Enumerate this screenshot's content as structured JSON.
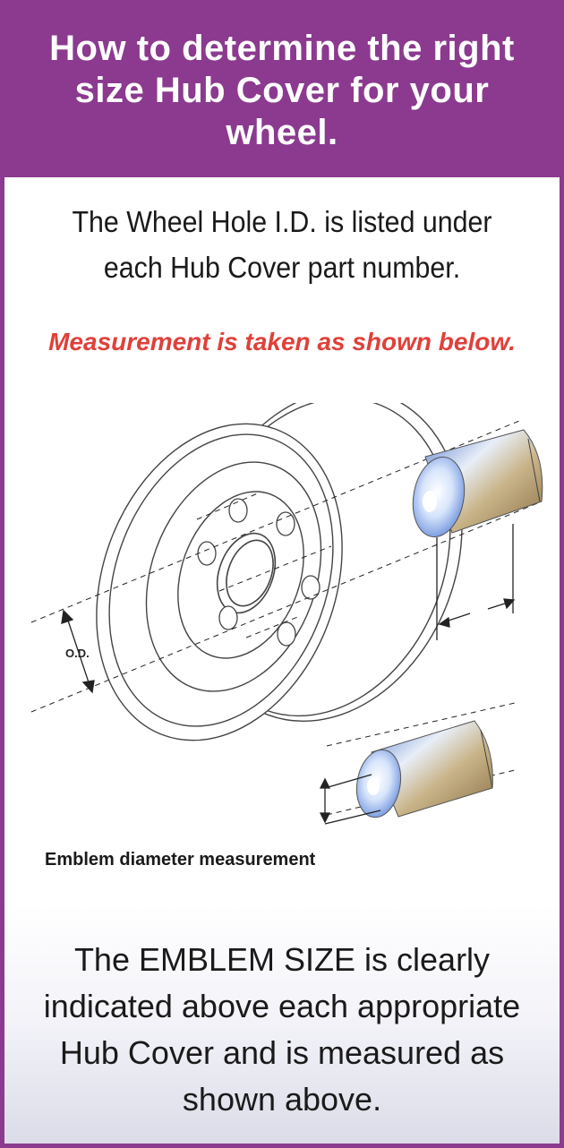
{
  "header": {
    "title": "How to determine the right size Hub Cover for your wheel."
  },
  "intro": {
    "text": "The Wheel Hole I.D. is listed under each Hub Cover part number."
  },
  "note": {
    "text": "Measurement is taken as shown below."
  },
  "diagram": {
    "od_label": "O.D."
  },
  "caption": {
    "text": "Emblem diameter measurement"
  },
  "footer": {
    "text": "The EMBLEM SIZE is clearly indicated above each appropriate Hub Cover and is measured as shown above."
  },
  "colors": {
    "brand_purple": "#8b3a8f",
    "note_red": "#e0403a"
  }
}
